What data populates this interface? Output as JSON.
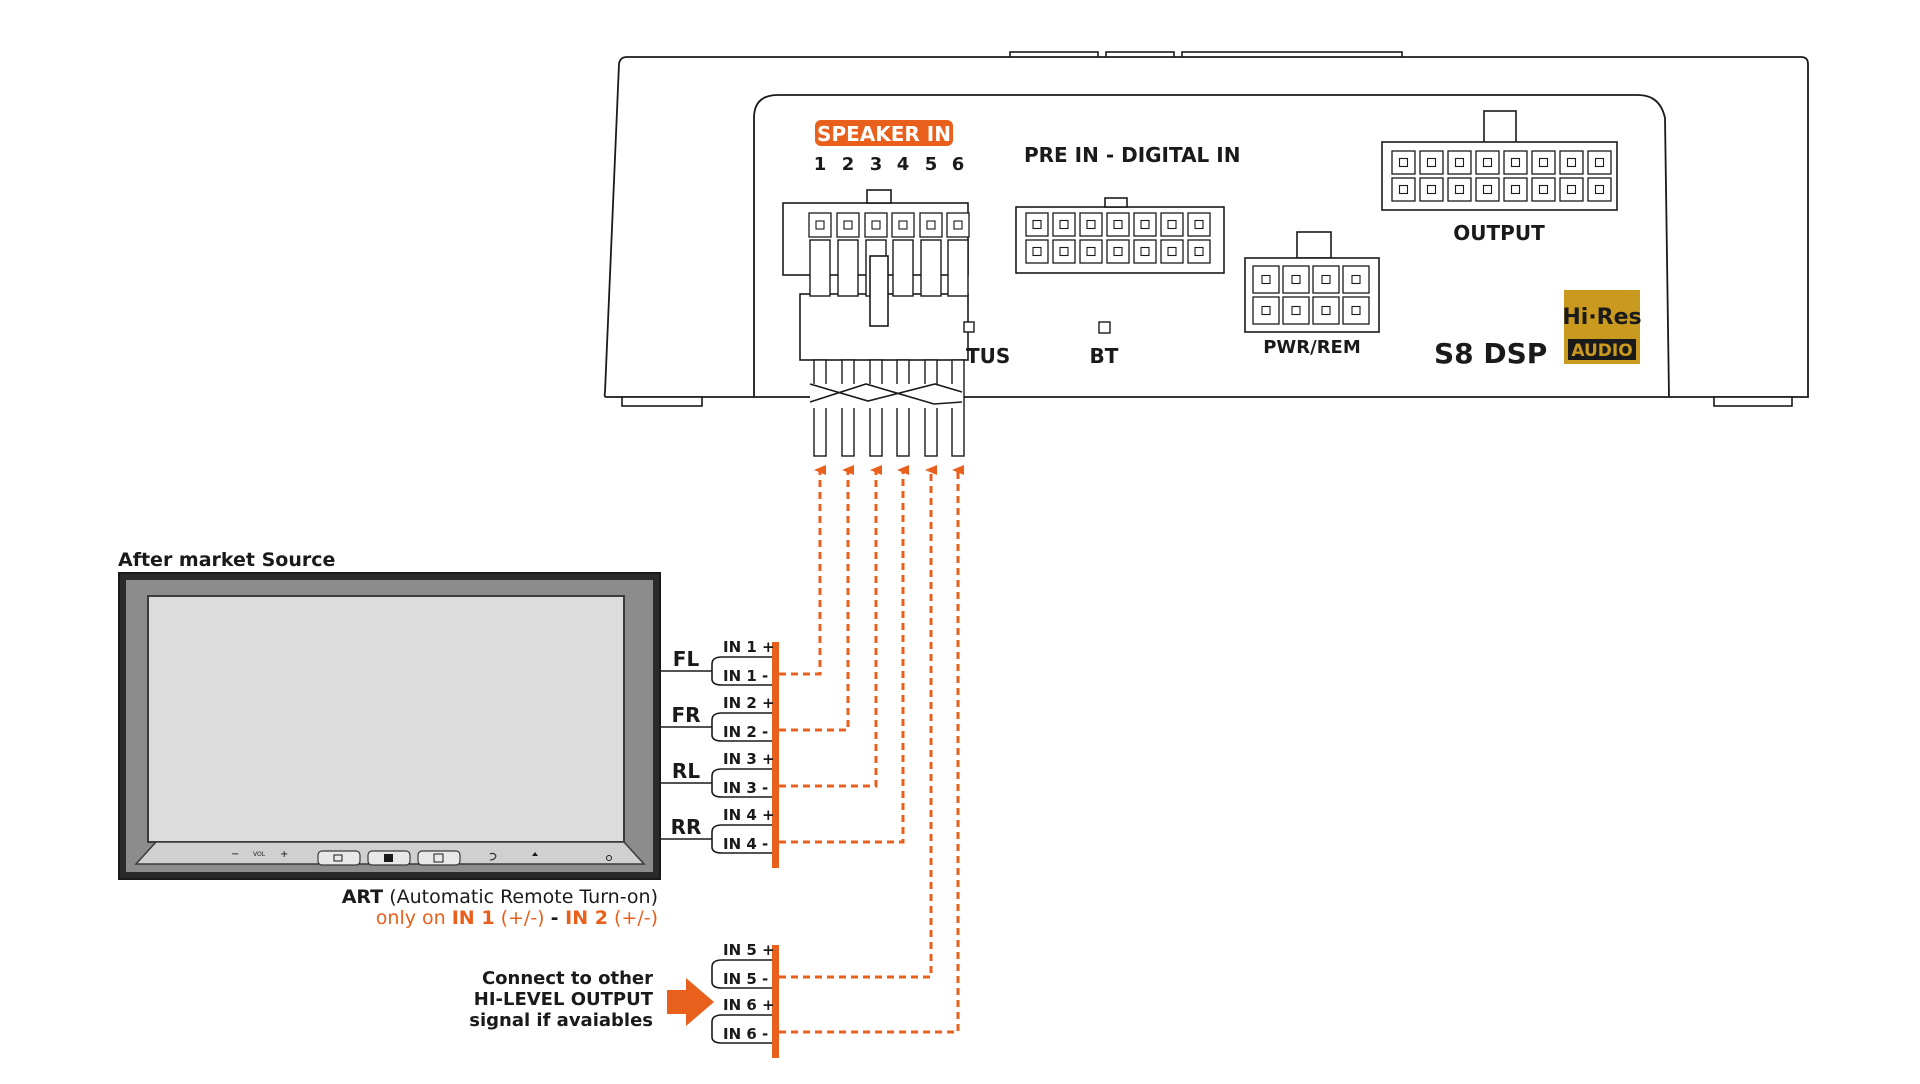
{
  "colors": {
    "accent": "#e8601c",
    "line": "#1a1a1a",
    "screen": "#dcdcdc",
    "bezel": "#8c8c8c",
    "badge_bg": "#c99a1e",
    "badge_dark": "#1a1a1a"
  },
  "device": {
    "speaker_in_label": "SPEAKER IN",
    "speaker_pins": [
      "1",
      "2",
      "3",
      "4",
      "5",
      "6"
    ],
    "pre_in_label": "PRE  IN - DIGITAL IN",
    "output_label": "OUTPUT",
    "pwr_rem_label": "PWR/REM",
    "status_label": "TUS",
    "bt_label": "BT",
    "model_label": "S8 DSP",
    "hires_top": "Hi·Res",
    "hires_bottom": "AUDIO"
  },
  "source": {
    "title": "After market Source",
    "channels": [
      {
        "name": "FL",
        "plus": "IN 1 +",
        "minus": "IN 1 -"
      },
      {
        "name": "FR",
        "plus": "IN 2 +",
        "minus": "IN 2 -"
      },
      {
        "name": "RL",
        "plus": "IN 3 +",
        "minus": "IN 3 -"
      },
      {
        "name": "RR",
        "plus": "IN 4 +",
        "minus": "IN 4 -"
      }
    ],
    "button_labels": {
      "minus": "−",
      "vol": "VOL",
      "plus": "+"
    }
  },
  "art_note": {
    "bold": "ART",
    "rest": "(Automatic Remote Turn-on)",
    "line2_prefix": "only on ",
    "in1": "IN 1",
    "in1_pol": " (+/-) ",
    "dash": "-",
    "in2": " IN 2",
    "in2_pol": " (+/-)"
  },
  "extra": {
    "inputs": [
      "IN 5 +",
      "IN 5 -",
      "IN 6 +",
      "IN 6 -"
    ],
    "note": [
      "Connect to other",
      "HI-LEVEL OUTPUT",
      "signal if avaiables"
    ]
  }
}
